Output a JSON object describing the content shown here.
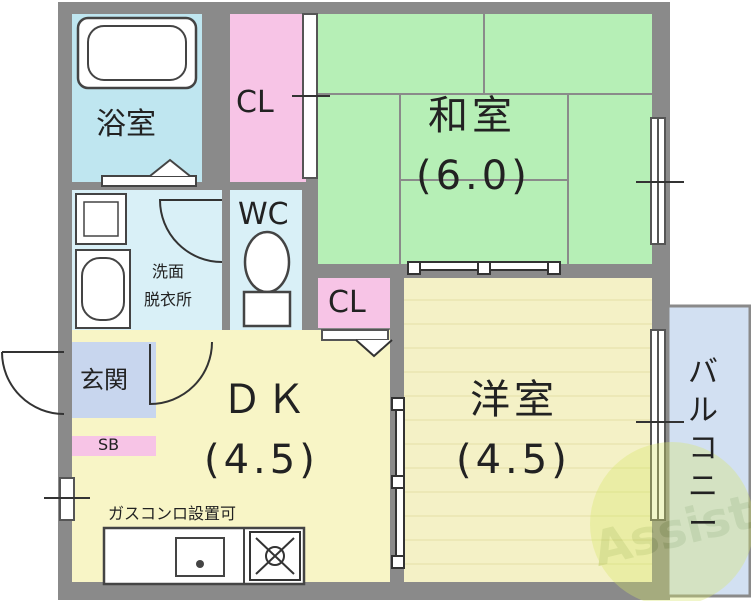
{
  "rooms": {
    "bath": "浴室",
    "washroom_line1": "洗面",
    "washroom_line2": "脱衣所",
    "wc": "WC",
    "closet_upper": "CL",
    "closet_lower": "CL",
    "japanese_room_name": "和室",
    "japanese_room_size": "(6.0)",
    "western_room_name": "洋室",
    "western_room_size": "(4.5)",
    "dk_name": "ＤＫ",
    "dk_size": "(4.5)",
    "entrance": "玄関",
    "shoe_box": "SB",
    "balcony": "バルコニー",
    "stove_note": "ガスコンロ設置可"
  },
  "watermark": "Assist",
  "colors": {
    "wall": "#8a8a8a",
    "bath": "#bfe6f0",
    "washroom": "#d9f0f7",
    "closet": "#f7c4e6",
    "tatami": "#b6efb6",
    "flooring": "#f4f1c6",
    "dk_floor": "#f8f5c6",
    "entrance": "#c8d6ee",
    "balcony": "#d2e0f2"
  }
}
